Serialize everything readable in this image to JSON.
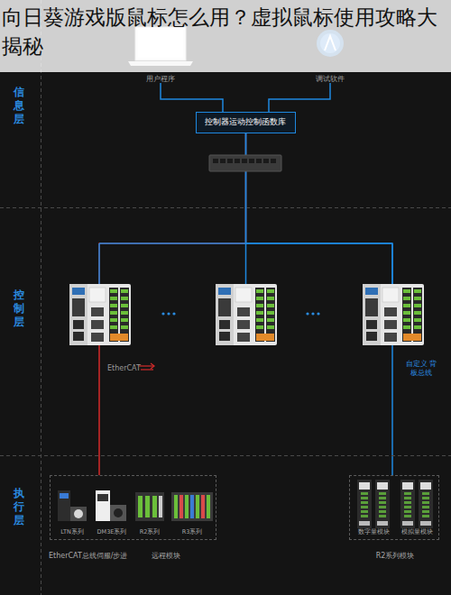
{
  "diagram": {
    "title": "向日葵游戏版鼠标怎么用？虚拟鼠标使用攻略大揭秘",
    "nodes": [
      {
        "text": [
          "用户程序"
        ]
      },
      {
        "text": [
          "调试软件"
        ]
      },
      {
        "text": [
          "控制器运动控制函数库"
        ]
      },
      {
        "text": [
          "EtherCAT总线伺服/步进",
          "远程模块"
        ]
      },
      {
        "text": [
          "LTN系列"
        ],
        "in": 3
      },
      {
        "text": [
          "DM3E系列"
        ],
        "in": 3
      },
      {
        "text": [
          "R2系列"
        ],
        "in": 3
      },
      {
        "text": [
          "R3系列"
        ],
        "in": 3
      },
      {
        "text": [
          "R2系列模块"
        ]
      },
      {
        "text": [
          "数字量模块"
        ],
        "in": 8
      },
      {
        "text": [
          "模拟量模块"
        ],
        "in": 8
      }
    ],
    "edges": [
      {
        "from": 0,
        "to": 2,
        "arrow": "none"
      },
      {
        "from": 1,
        "to": 2,
        "arrow": "none"
      },
      {
        "from": 2,
        "to": 3,
        "label": "EtherCAT",
        "arrow": "none"
      },
      {
        "from": 2,
        "to": 8,
        "label": "自定义 背板总线",
        "arrow": "none"
      }
    ],
    "labels": [
      "信息层",
      "控制层",
      "执行层"
    ]
  }
}
